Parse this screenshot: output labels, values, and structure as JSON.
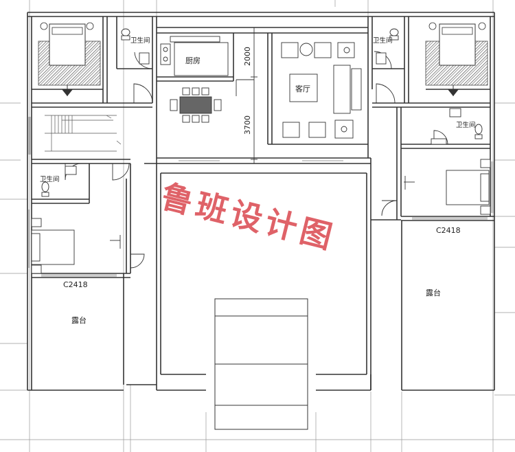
{
  "rooms": {
    "bath_top_left": "卫生间",
    "bath_top_right": "卫生间",
    "bath_right": "卫生间",
    "bath_mid_left": "卫生间",
    "kitchen": "厨房",
    "living": "客厅",
    "terrace_left": "露台",
    "terrace_right": "露台"
  },
  "windows": {
    "left": "C2418",
    "right": "C2418"
  },
  "dimensions": {
    "upper": "2000",
    "lower": "3700"
  },
  "watermark": "鲁班设计图",
  "colors": {
    "line": "#333333",
    "thin": "#888888",
    "hatch": "#555555",
    "watermark": "#d9474d"
  }
}
